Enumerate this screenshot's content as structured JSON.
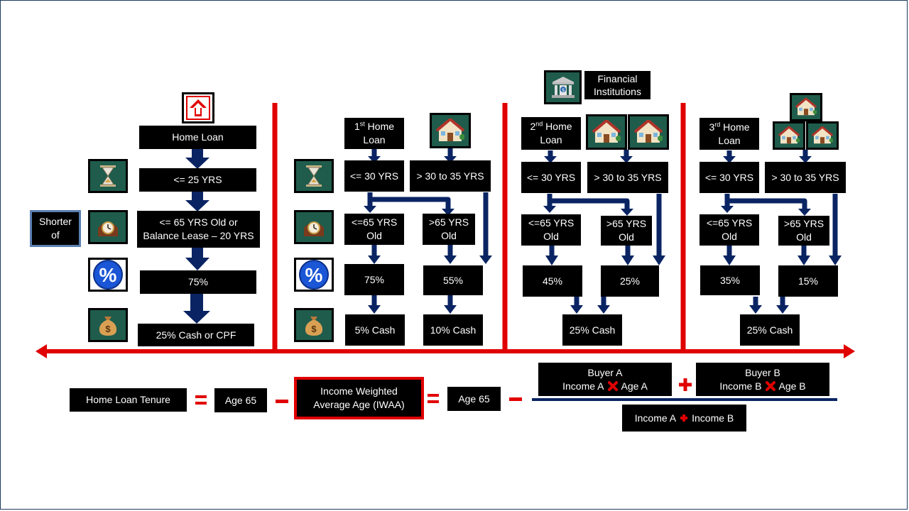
{
  "col1": {
    "home_loan": "Home Loan",
    "tenure": "<= 25 YRS",
    "age_line1": "<= 65 YRS Old or",
    "age_line2": "Balance Lease – 20 YRS",
    "ltv": "75%",
    "cash": "25% Cash or CPF",
    "shorter_line1": "Shorter",
    "shorter_line2": "of"
  },
  "col2": {
    "loan_sup": "st",
    "loan_num": "1",
    "loan_rest": " Home",
    "loan_line2": "Loan",
    "tenure_a": "<= 30 YRS",
    "tenure_b": "> 30 to 35 YRS",
    "age_a_line1": "<=65 YRS",
    "age_a_line2": "Old",
    "age_b_line1": ">65 YRS",
    "age_b_line2": "Old",
    "ltv_a": "75%",
    "ltv_b": "55%",
    "cash_a": "5% Cash",
    "cash_b": "10% Cash"
  },
  "col3": {
    "fi_line1": "Financial",
    "fi_line2": "Institutions",
    "loan_num": "2",
    "loan_sup": "nd",
    "loan_rest": " Home",
    "loan_line2": "Loan",
    "tenure_a": "<= 30 YRS",
    "tenure_b": "> 30 to 35 YRS",
    "age_a_line1": "<=65 YRS",
    "age_a_line2": "Old",
    "age_b_line1": ">65 YRS",
    "age_b_line2": "Old",
    "ltv_a": "45%",
    "ltv_b": "25%",
    "cash": "25% Cash"
  },
  "col4": {
    "loan_num": "3",
    "loan_sup": "rd",
    "loan_rest": " Home",
    "loan_line2": "Loan",
    "tenure_a": "<= 30 YRS",
    "tenure_b": "> 30 to 35 YRS",
    "age_a_line1": "<=65 YRS",
    "age_a_line2": "Old",
    "age_b_line1": ">65 YRS",
    "age_b_line2": "Old",
    "ltv_a": "35%",
    "ltv_b": "15%",
    "cash": "25% Cash"
  },
  "formula": {
    "tenure": "Home Loan Tenure",
    "age65_a": "Age 65",
    "iwaa_line1": "Income Weighted",
    "iwaa_line2": "Average Age (IWAA)",
    "age65_b": "Age 65",
    "buyer_a": "Buyer A",
    "income_a": "Income A",
    "age_a": "Age A",
    "buyer_b": "Buyer B",
    "income_b": "Income B",
    "age_b": "Age B",
    "denom_income_a": "Income A",
    "denom_income_b": "Income B"
  },
  "icons": {
    "hourglass": "hourglass-icon",
    "clock": "mantel-clock-icon",
    "percent": "percent-icon",
    "moneybag": "money-bag-icon",
    "house": "house-icon",
    "bank": "bank-icon",
    "arrow": "up-arrow-house-icon"
  },
  "colors": {
    "accent_red": "#e00000",
    "arrow_navy": "#0a2463",
    "icon_green": "#1f5c4c"
  }
}
